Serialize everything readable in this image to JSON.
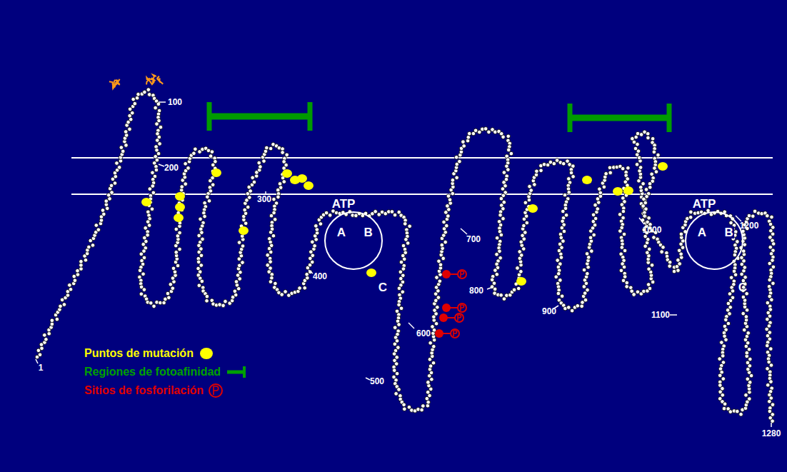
{
  "diagram": {
    "nodes": [
      {
        "text": [
          "ATP",
          "A",
          "B"
        ]
      },
      {
        "text": [
          "ATP",
          "A",
          "B"
        ]
      }
    ],
    "labels": [
      "100",
      "200",
      "300",
      "400",
      "500",
      "600",
      "700",
      "800",
      "900",
      "1000",
      "1100",
      "1200",
      "1280",
      "1",
      "C",
      "C"
    ],
    "legend": [
      {
        "text": "Puntos de mutación",
        "color": "#ffff00"
      },
      {
        "text": "Regiones de fotoafinidad"
      },
      {
        "text": "Sitios de fosforilación"
      }
    ]
  }
}
